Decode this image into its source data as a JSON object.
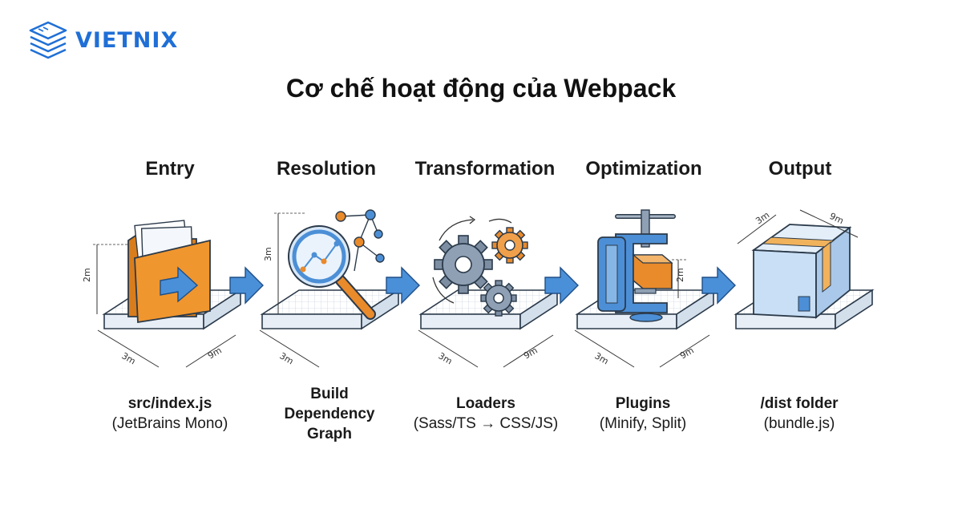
{
  "brand": {
    "name": "VIETNIX"
  },
  "title": "Cơ chế hoạt động của Webpack",
  "stages": [
    {
      "label": "Entry",
      "caption_bold": "src/index.js",
      "caption_lines": [
        "(JetBrains Mono)"
      ],
      "dims": [
        "2m",
        "3m",
        "9m"
      ]
    },
    {
      "label": "Resolution",
      "caption_bold": "Build",
      "caption_lines": [
        "Dependency",
        "Graph"
      ],
      "caption_all_bold": true,
      "dims": [
        "3m",
        "3m"
      ]
    },
    {
      "label": "Transformation",
      "caption_bold": "Loaders",
      "caption_lines": [
        "(Sass/TS → CSS/JS)"
      ],
      "dims": [
        "3m",
        "9m"
      ]
    },
    {
      "label": "Optimization",
      "caption_bold": "Plugins",
      "caption_lines": [
        "(Minify, Split)"
      ],
      "dims": [
        "2m",
        "3m",
        "9m"
      ]
    },
    {
      "label": "Output",
      "caption_bold": "/dist folder",
      "caption_lines": [
        "(bundle.js)"
      ],
      "dims": [
        "3m",
        "9m"
      ]
    }
  ],
  "colors": {
    "brand_blue": "#1f6fd6",
    "arrow_blue": "#4a90d9",
    "platform": "#e8eef6",
    "outline": "#2b3a4a",
    "folder_orange": "#f0962e",
    "gear_gray": "#7d8ea3",
    "gear_orange": "#e98a2b",
    "clamp_blue": "#4c8fd6",
    "box_blue": "#c9dff5",
    "tape_orange": "#f1b25c"
  },
  "icons": [
    "logo-stack-icon",
    "folder-arrow-icon",
    "magnifier-graph-icon",
    "gears-icon",
    "clamp-press-icon",
    "package-box-icon",
    "flow-arrow-icon"
  ]
}
